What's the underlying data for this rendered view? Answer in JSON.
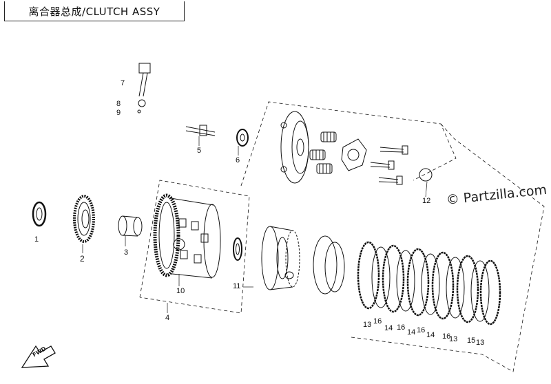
{
  "title": "离合器总成/CLUTCH ASSY",
  "watermark": "© Partzilla.com",
  "fwd_label": "FWD",
  "callouts": [
    {
      "id": "c1",
      "label": "1"
    },
    {
      "id": "c2",
      "label": "2"
    },
    {
      "id": "c3",
      "label": "3"
    },
    {
      "id": "c4",
      "label": "4"
    },
    {
      "id": "c5",
      "label": "5"
    },
    {
      "id": "c6",
      "label": "6"
    },
    {
      "id": "c7",
      "label": "7"
    },
    {
      "id": "c8",
      "label": "8"
    },
    {
      "id": "c9",
      "label": "9"
    },
    {
      "id": "c10",
      "label": "10"
    },
    {
      "id": "c11",
      "label": "11"
    },
    {
      "id": "c12",
      "label": "12"
    },
    {
      "id": "c13a",
      "label": "13"
    },
    {
      "id": "c16a",
      "label": "16"
    },
    {
      "id": "c14a",
      "label": "14"
    },
    {
      "id": "c16b",
      "label": "16"
    },
    {
      "id": "c14b",
      "label": "14"
    },
    {
      "id": "c16c",
      "label": "16"
    },
    {
      "id": "c14c",
      "label": "14"
    },
    {
      "id": "c16d",
      "label": "16"
    },
    {
      "id": "c13b",
      "label": "13"
    },
    {
      "id": "c15",
      "label": "15"
    },
    {
      "id": "c13c",
      "label": "13"
    }
  ]
}
